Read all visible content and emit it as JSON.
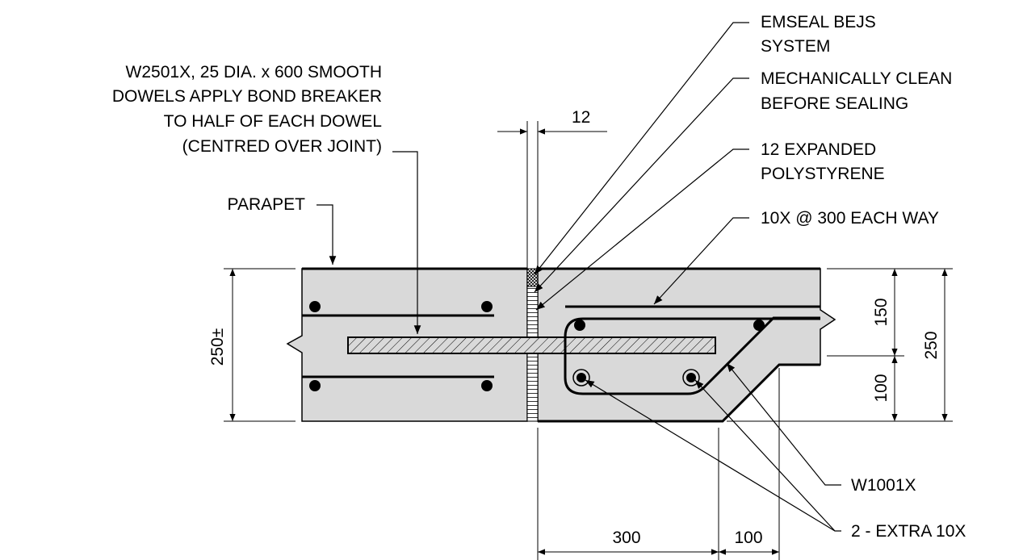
{
  "labels": {
    "dowel_line1": "W2501X, 25 DIA. x 600 SMOOTH",
    "dowel_line2": "DOWELS APPLY BOND BREAKER",
    "dowel_line3": "TO HALF OF EACH DOWEL",
    "dowel_line4": "(CENTRED OVER JOINT)",
    "parapet": "PARAPET",
    "emseal_line1": "EMSEAL BEJS",
    "emseal_line2": "SYSTEM",
    "clean_line1": "MECHANICALLY CLEAN",
    "clean_line2": "BEFORE SEALING",
    "eps_line1": "12 EXPANDED",
    "eps_line2": "POLYSTYRENE",
    "mesh": "10X @ 300 EACH WAY",
    "ligature": "W1001X",
    "extra_bars": "2 - EXTRA 10X"
  },
  "dimensions": {
    "gap": "12",
    "left_depth": "250±",
    "upper_depth": "150",
    "lower_depth": "100",
    "total_depth": "250",
    "run_300": "300",
    "run_100": "100"
  },
  "colors": {
    "concrete": "#d9d9d9",
    "line": "#000000"
  }
}
